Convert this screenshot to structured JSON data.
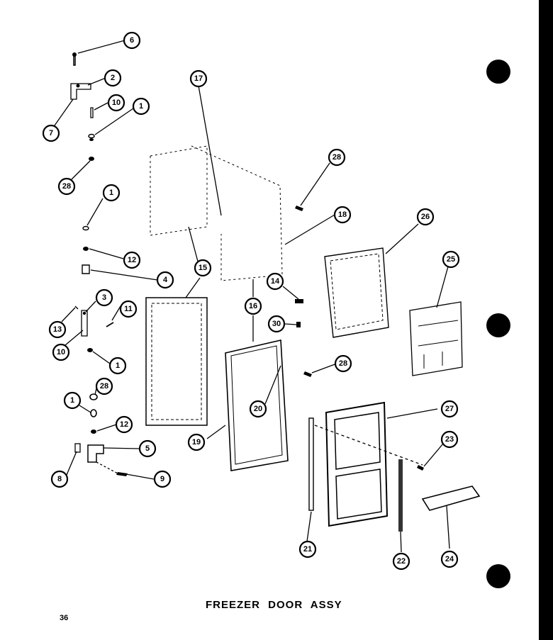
{
  "caption": "FREEZER DOOR ASSY",
  "page_number": "36",
  "callouts": [
    {
      "label": "6"
    },
    {
      "label": "2"
    },
    {
      "label": "10"
    },
    {
      "label": "1"
    },
    {
      "label": "7"
    },
    {
      "label": "28"
    },
    {
      "label": "1"
    },
    {
      "label": "12"
    },
    {
      "label": "4"
    },
    {
      "label": "3"
    },
    {
      "label": "11"
    },
    {
      "label": "13"
    },
    {
      "label": "10"
    },
    {
      "label": "1"
    },
    {
      "label": "1"
    },
    {
      "label": "28"
    },
    {
      "label": "12"
    },
    {
      "label": "5"
    },
    {
      "label": "8"
    },
    {
      "label": "9"
    },
    {
      "label": "17"
    },
    {
      "label": "15"
    },
    {
      "label": "18"
    },
    {
      "label": "28"
    },
    {
      "label": "14"
    },
    {
      "label": "30"
    },
    {
      "label": "16"
    },
    {
      "label": "26"
    },
    {
      "label": "25"
    },
    {
      "label": "28"
    },
    {
      "label": "20"
    },
    {
      "label": "19"
    },
    {
      "label": "27"
    },
    {
      "label": "23"
    },
    {
      "label": "21"
    },
    {
      "label": "22"
    },
    {
      "label": "24"
    }
  ]
}
